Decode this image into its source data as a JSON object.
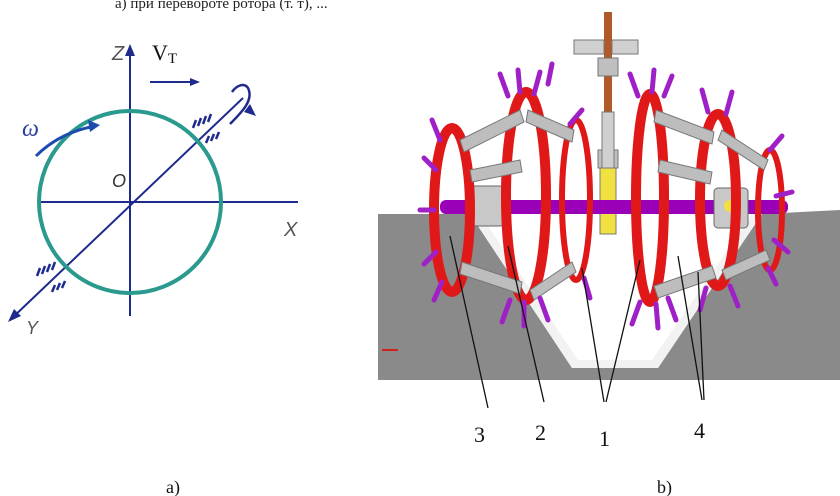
{
  "top_caption": "а) при перевороте ротора (т. т), ...",
  "panel_a": {
    "axis_labels": {
      "z": "Z",
      "x": "X",
      "y": "Y",
      "origin": "O"
    },
    "velocity_label": "V",
    "velocity_subscript": "T",
    "omega_label": "ω",
    "caption": "a)"
  },
  "panel_b": {
    "callouts": [
      "3",
      "2",
      "1",
      "4"
    ],
    "caption": "b)"
  },
  "colors": {
    "axis": "#1e2a8c",
    "circle": "#2b9a8e",
    "trough": "#8a8a8a",
    "disc": "#e01818",
    "teeth": "#a020c8",
    "shaft": "#9a00b8",
    "mast": "#b05a2a"
  }
}
